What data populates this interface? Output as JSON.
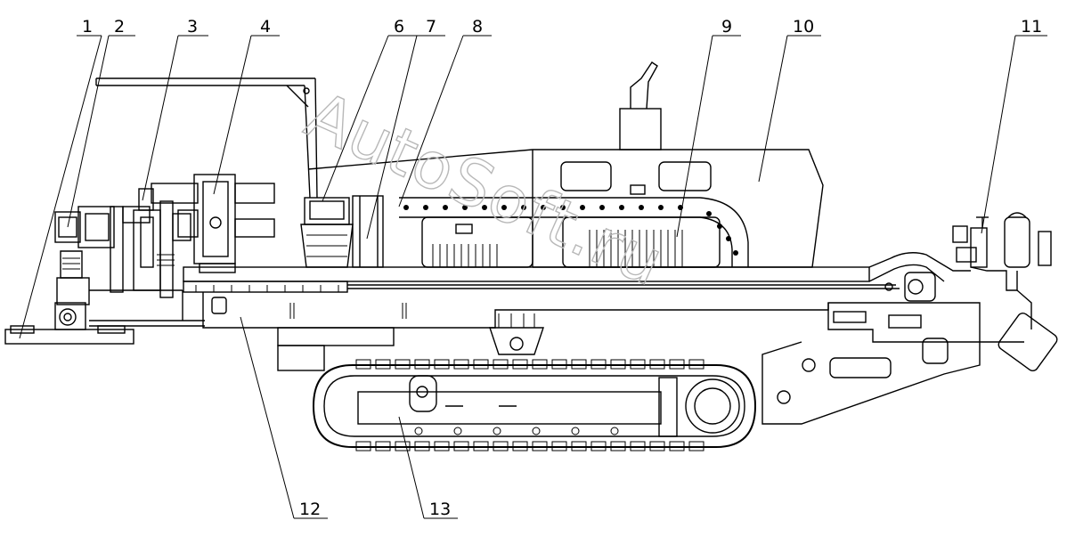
{
  "watermark": "AutoSoft.ru",
  "callouts": [
    {
      "id": "c1",
      "label": "1"
    },
    {
      "id": "c2",
      "label": "2"
    },
    {
      "id": "c3",
      "label": "3"
    },
    {
      "id": "c4",
      "label": "4"
    },
    {
      "id": "c6",
      "label": "6"
    },
    {
      "id": "c7",
      "label": "7"
    },
    {
      "id": "c8",
      "label": "8"
    },
    {
      "id": "c9",
      "label": "9"
    },
    {
      "id": "c10",
      "label": "10"
    },
    {
      "id": "c11",
      "label": "11"
    },
    {
      "id": "c12",
      "label": "12"
    },
    {
      "id": "c13",
      "label": "13"
    }
  ]
}
